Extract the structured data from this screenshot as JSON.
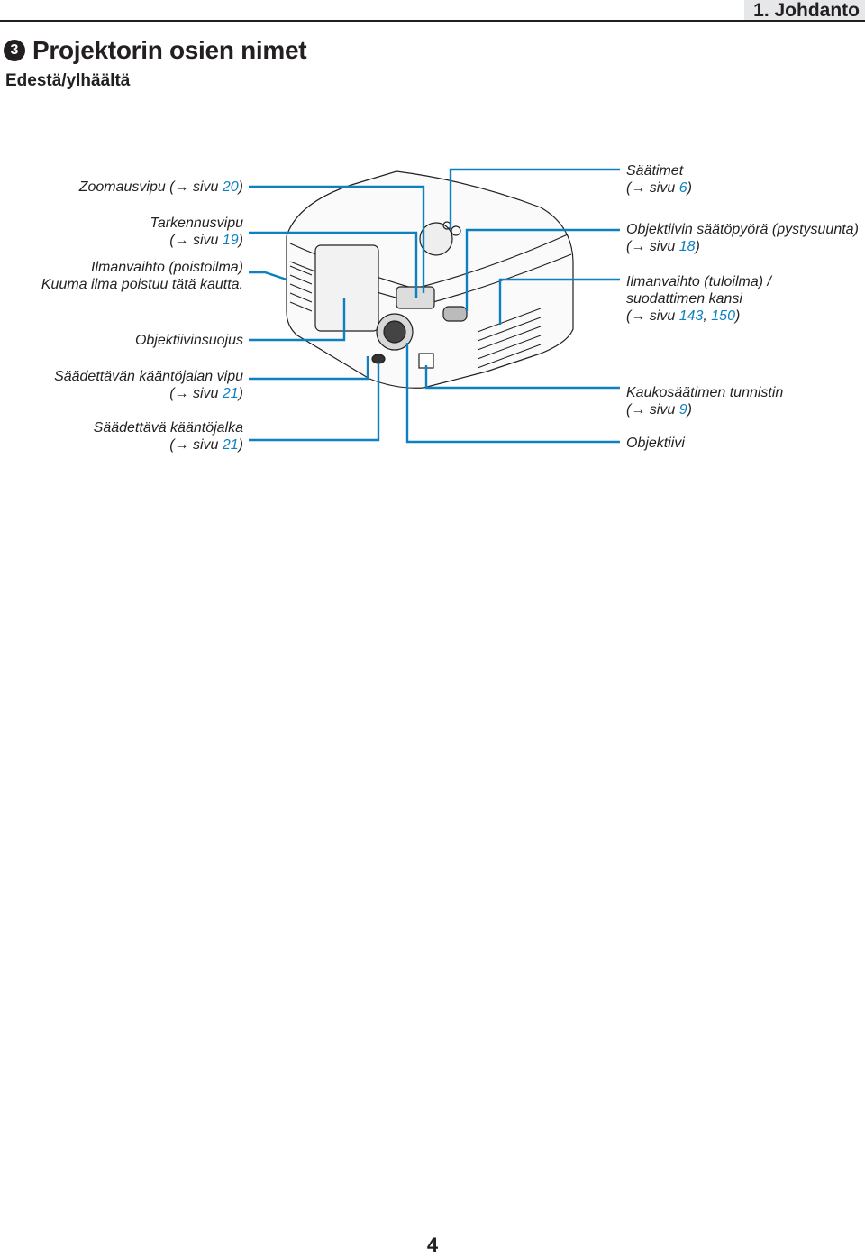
{
  "header": {
    "chapter": "1. Johdanto"
  },
  "section": {
    "number": "3",
    "title": "Projektorin osien nimet",
    "subtitle": "Edestä/ylhäältä"
  },
  "arrow": "→",
  "labels": {
    "zoom": {
      "text": "Zoomausvipu (",
      "page": "20",
      "close": ")"
    },
    "focus": {
      "line1": "Tarkennusvipu",
      "text": "(",
      "page": "19",
      "close": ")"
    },
    "exhaust": {
      "line1": "Ilmanvaihto (poistoilma)",
      "line2": "Kuuma ilma poistuu tätä kautta."
    },
    "lens_cap": {
      "line1": "Objektiivinsuojus"
    },
    "tilt_lever": {
      "line1": "Säädettävän kääntöjalan vipu",
      "text": "(",
      "page": "21",
      "close": ")"
    },
    "tilt_foot": {
      "line1": "Säädettävä kääntöjalka",
      "text": "(",
      "page": "21",
      "close": ")"
    },
    "controls": {
      "line1": "Säätimet",
      "text": "(",
      "page": "6",
      "close": ")"
    },
    "lens_shift": {
      "line1": "Objektiivin säätöpyörä (pystysuunta)",
      "text": "(",
      "page": "18",
      "close": ")"
    },
    "intake": {
      "line1": "Ilmanvaihto (tuloilma) /",
      "line2": "suodattimen kansi",
      "text": "(",
      "page": "143",
      "sep": ", ",
      "page2": "150",
      "close": ")"
    },
    "remote_sensor": {
      "line1": "Kaukosäätimen tunnistin",
      "text": "(",
      "page": "9",
      "close": ")"
    },
    "lens": {
      "line1": "Objektiivi"
    }
  },
  "sivu": "sivu",
  "colors": {
    "callout": "#0e80c0",
    "ink": "#231f20",
    "tab": "#e6e7e8"
  },
  "page_number": "4"
}
